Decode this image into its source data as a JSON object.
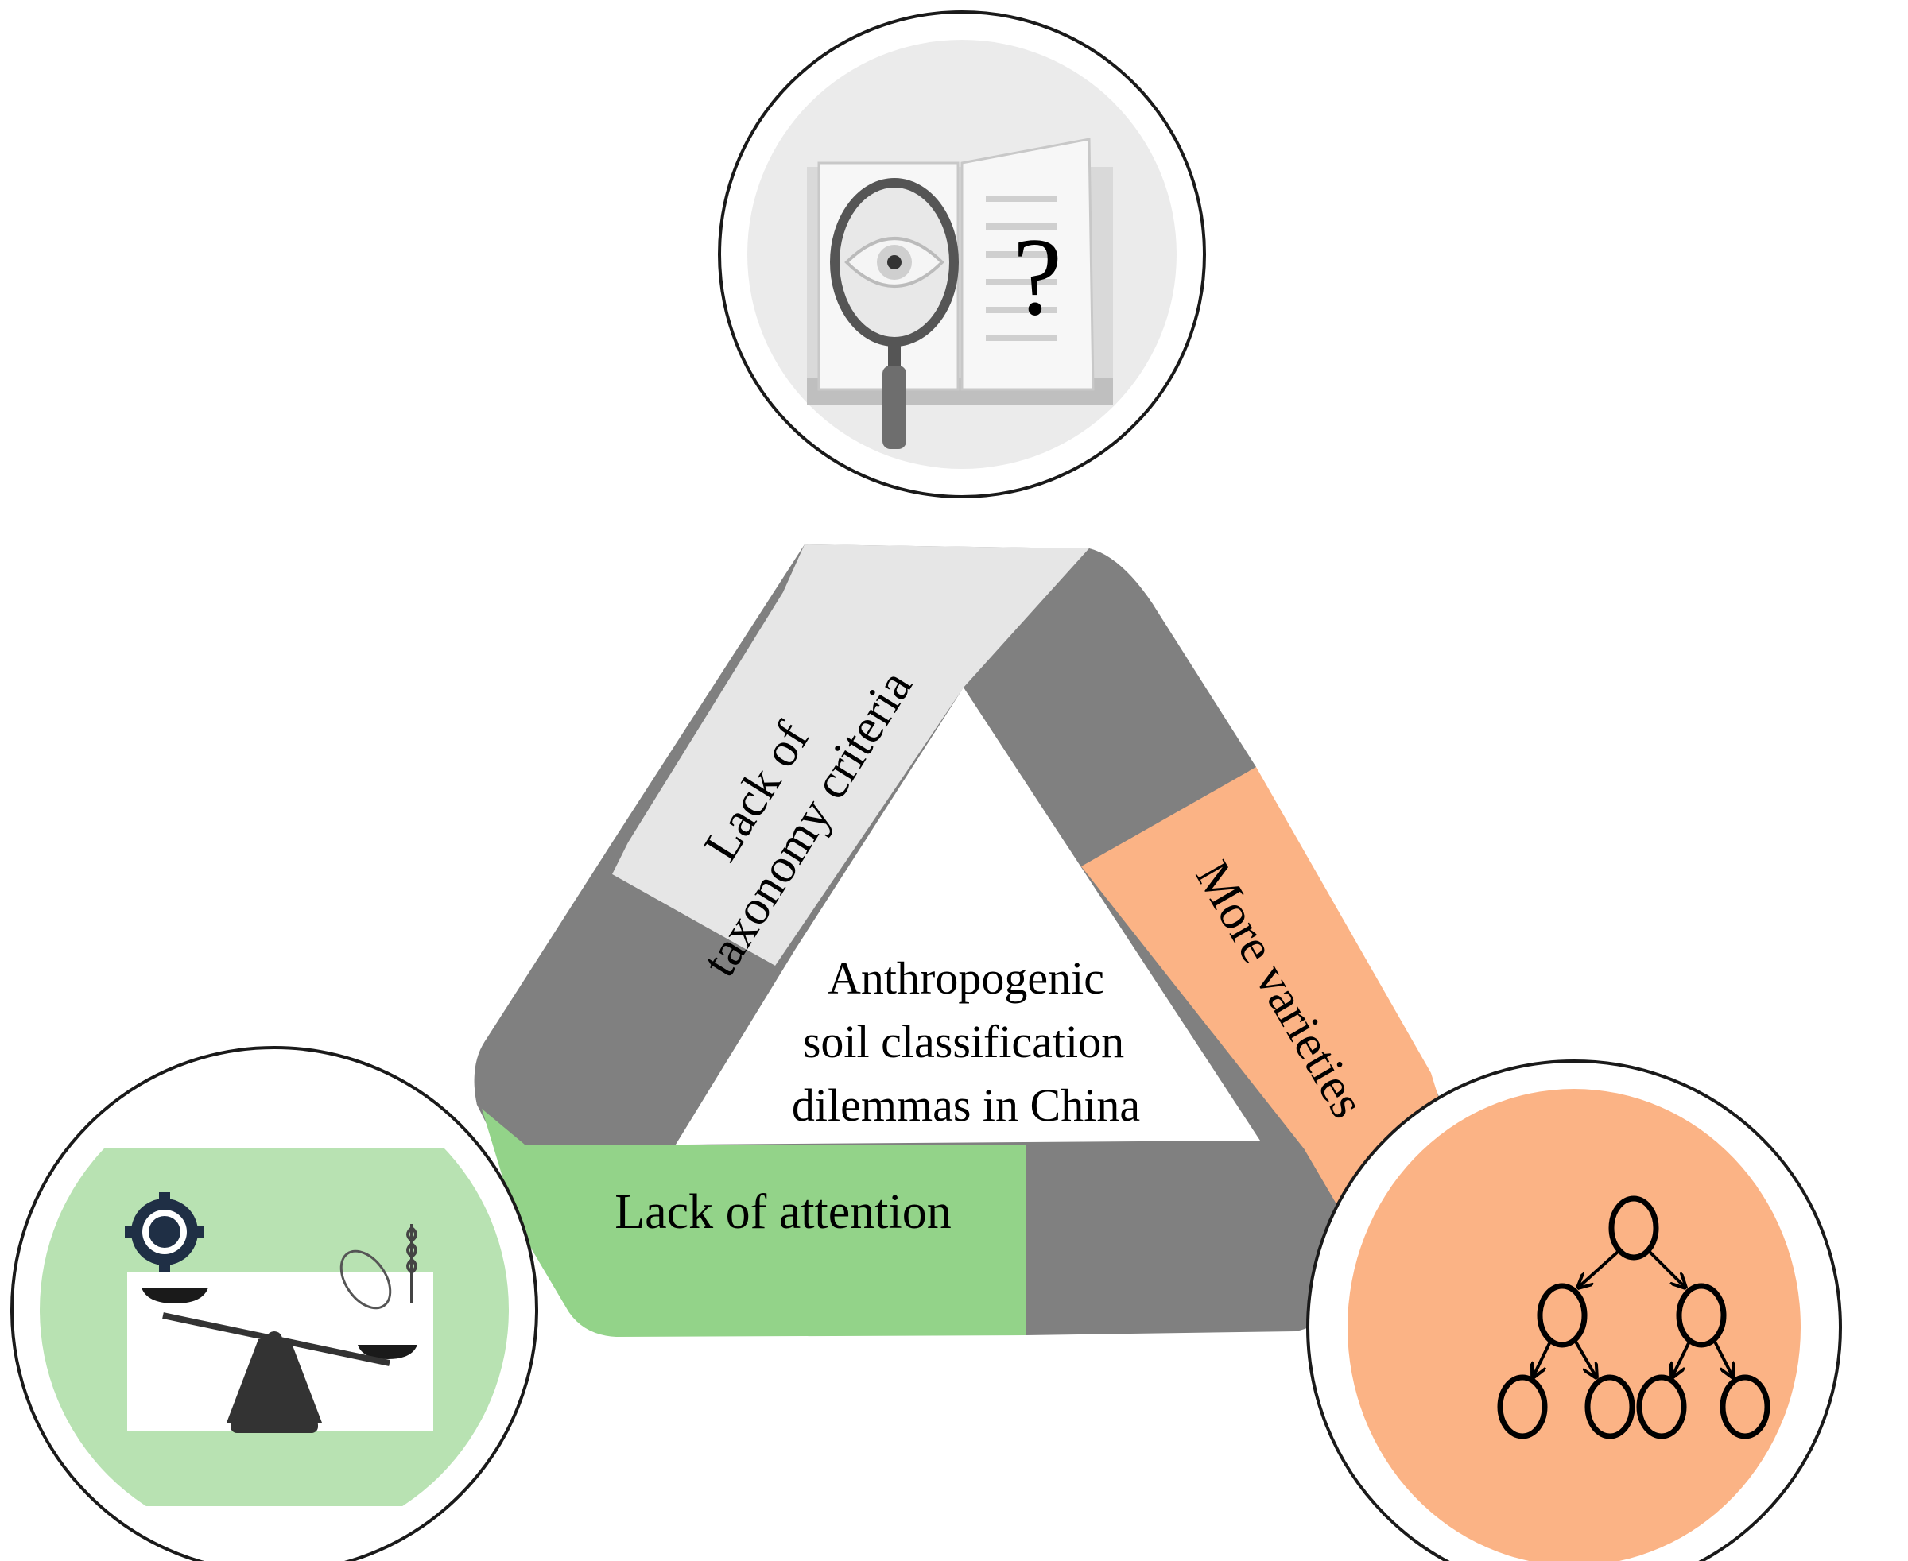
{
  "center_text": [
    "Anthropogenic",
    "soil classification",
    "dilemmas in China"
  ],
  "labels": {
    "left_band": [
      "Lack of",
      "taxonomy criteria"
    ],
    "right_band": "More varieties",
    "bottom_band": "Lack of attention",
    "question_mark": "?"
  },
  "colors": {
    "gray_band": "#808080",
    "light_band": "#e6e6e6",
    "orange_band": "#fbb385",
    "green_band": "#93d389",
    "green_circle": "#b8e2b2",
    "orange_circle": "#fbb385",
    "gray_circle": "#ebebeb"
  },
  "icons": [
    "book-magnifier-icon",
    "balance-scale-icon",
    "tree-hierarchy-icon"
  ]
}
